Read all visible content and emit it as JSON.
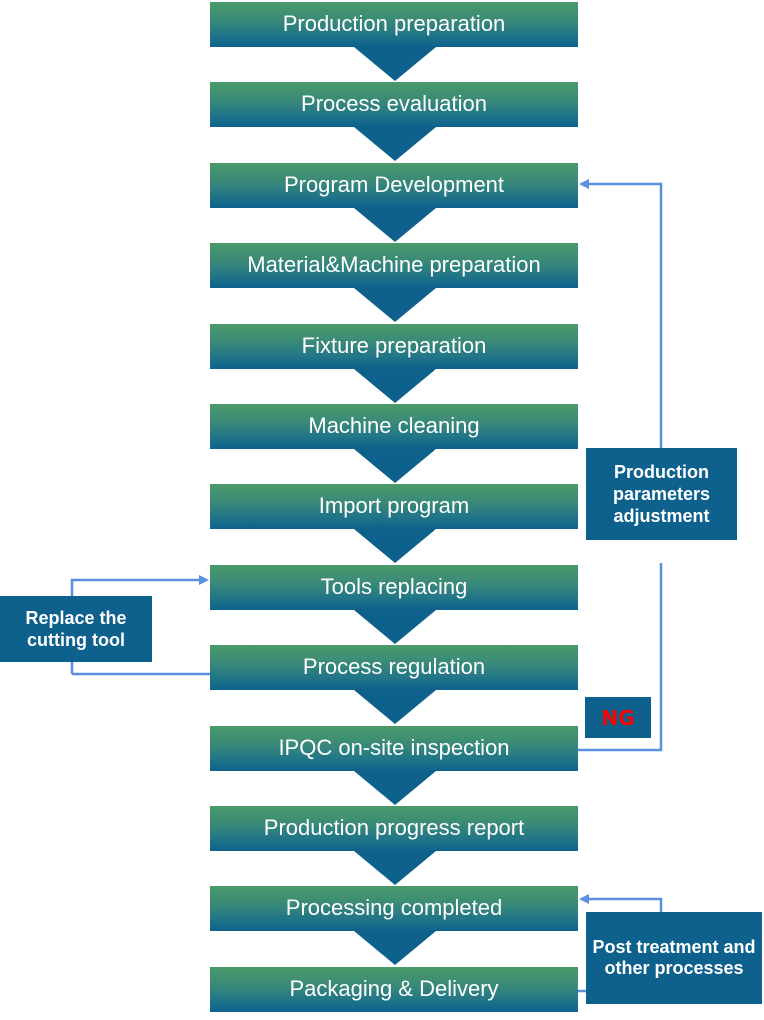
{
  "steps": [
    {
      "label": "Production preparation"
    },
    {
      "label": "Process evaluation"
    },
    {
      "label": "Program Development"
    },
    {
      "label": "Material&Machine preparation"
    },
    {
      "label": "Fixture preparation"
    },
    {
      "label": "Machine cleaning"
    },
    {
      "label": "Import program"
    },
    {
      "label": "Tools replacing"
    },
    {
      "label": "Process regulation"
    },
    {
      "label": "IPQC on-site inspection"
    },
    {
      "label": "Production progress report"
    },
    {
      "label": "Processing completed"
    },
    {
      "label": "Packaging & Delivery"
    }
  ],
  "notes": {
    "params_adjustment": "Production parameters adjustment",
    "replace_tool": "Replace the cutting tool",
    "ng": "NG",
    "post_treatment": "Post treatment and other processes"
  },
  "colors": {
    "box_top": "#4a9a6a",
    "box_bottom": "#0e618c",
    "arrow_line": "#5b8fe0",
    "ng_text": "#ff0000"
  }
}
